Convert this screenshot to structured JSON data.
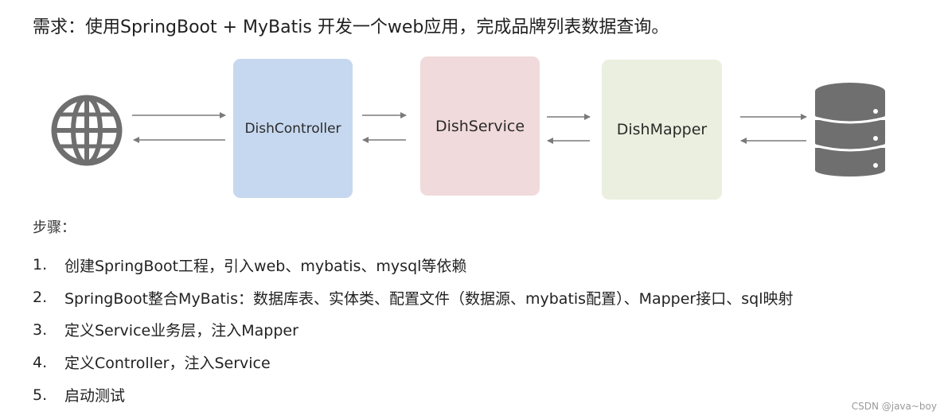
{
  "requirement": "需求：使用SpringBoot + MyBatis 开发一个web应用，完成品牌列表数据查询。",
  "diagram": {
    "nodes": [
      {
        "id": "client",
        "icon": "globe-icon"
      },
      {
        "id": "controller",
        "label": "DishController",
        "color": "#c6d8ef"
      },
      {
        "id": "service",
        "label": "DishService",
        "color": "#f1dadb"
      },
      {
        "id": "mapper",
        "label": "DishMapper",
        "color": "#ebefdf"
      },
      {
        "id": "database",
        "icon": "database-icon"
      }
    ],
    "arrow_color": "#7a7a7a",
    "icon_color": "#6f6f6f"
  },
  "steps_title": "步骤：",
  "steps": [
    {
      "num": "1.",
      "text": "创建SpringBoot工程，引入web、mybatis、mysql等依赖"
    },
    {
      "num": "2.",
      "text": "SpringBoot整合MyBatis：数据库表、实体类、配置文件（数据源、mybatis配置）、Mapper接口、sql映射"
    },
    {
      "num": "3.",
      "text": "定义Service业务层，注入Mapper"
    },
    {
      "num": "4.",
      "text": "定义Controller，注入Service"
    },
    {
      "num": "5.",
      "text": "启动测试"
    }
  ],
  "watermark": "CSDN @java~boy"
}
